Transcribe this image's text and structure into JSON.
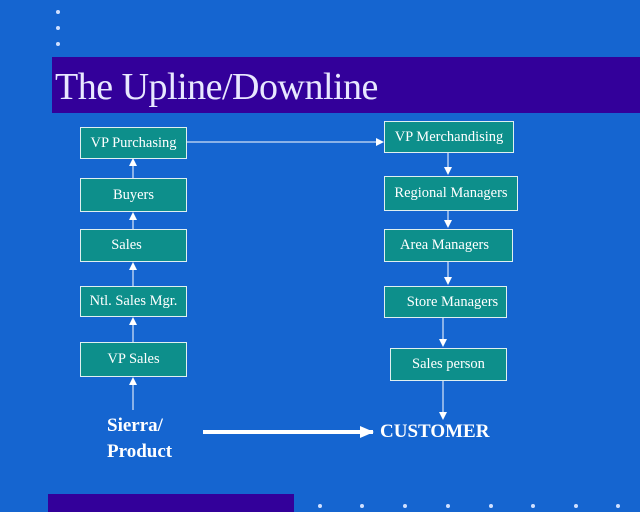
{
  "title": "The Upline/Downline",
  "upline": [
    {
      "label": "VP Purchasing"
    },
    {
      "label": "Buyers"
    },
    {
      "label": "Sales"
    },
    {
      "label": "Ntl. Sales Mgr."
    },
    {
      "label": "VP Sales"
    }
  ],
  "downline": [
    {
      "label": "VP Merchandising"
    },
    {
      "label": "Regional Managers"
    },
    {
      "label": "Area Managers"
    },
    {
      "label": "Store Managers"
    },
    {
      "label": "Sales person"
    }
  ],
  "source": {
    "line1": "Sierra/",
    "line2": "Product"
  },
  "target": {
    "label": "CUSTOMER"
  }
}
